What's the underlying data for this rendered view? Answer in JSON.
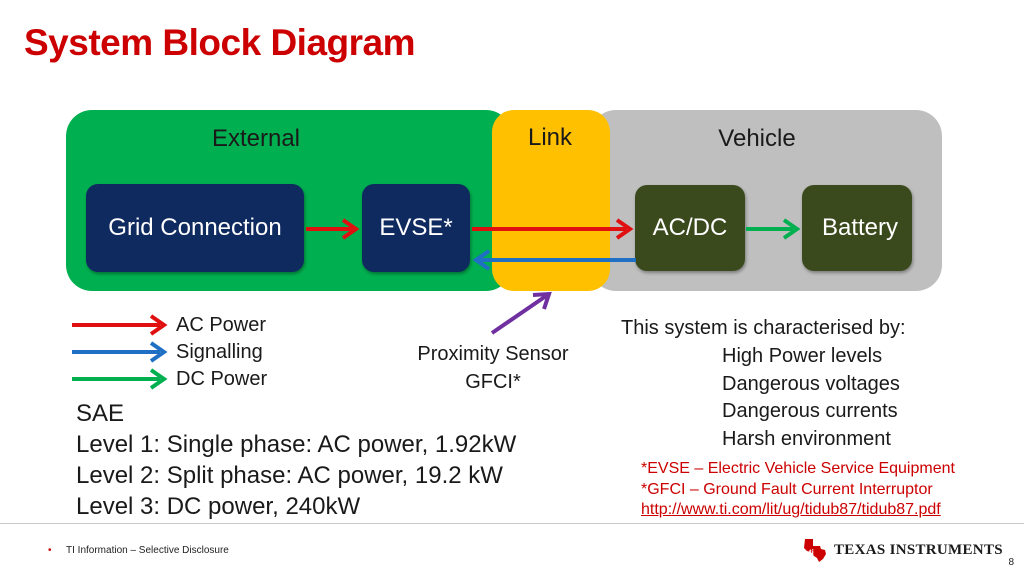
{
  "title": "System Block Diagram",
  "regions": {
    "external": "External",
    "link": "Link",
    "vehicle": "Vehicle"
  },
  "blocks": {
    "grid_connection": "Grid Connection",
    "evse": "EVSE*",
    "acdc": "AC/DC",
    "battery": "Battery"
  },
  "legend": {
    "ac_power": "AC Power",
    "signalling": "Signalling",
    "dc_power": "DC Power"
  },
  "link_annotation": {
    "line1": "Proximity Sensor",
    "line2": "GFCI*"
  },
  "characteristics": {
    "heading": "This system is characterised by:",
    "items": [
      "High Power levels",
      "Dangerous voltages",
      "Dangerous currents",
      "Harsh environment"
    ]
  },
  "sae": {
    "heading": "SAE",
    "levels": [
      "Level 1: Single phase: AC power, 1.92kW",
      "Level 2: Split phase: AC power, 19.2 kW",
      "Level 3: DC power, 240kW"
    ]
  },
  "footnotes": {
    "evse": "*EVSE – Electric Vehicle Service Equipment",
    "gfci": "*GFCI – Ground Fault Current Interruptor",
    "url": "http://www.ti.com/lit/ug/tidub87/tidub87.pdf"
  },
  "footer": {
    "bullet": "•",
    "disclosure": "TI Information – Selective Disclosure",
    "brand": "Texas Instruments",
    "page_number": "8"
  },
  "colors": {
    "title": "#cc0000",
    "external_region": "#00b050",
    "link_region": "#ffc000",
    "vehicle_region": "#bfbfbf",
    "external_blocks": "#0f2a5f",
    "vehicle_blocks": "#3b4a1c",
    "ac_power": "#e01010",
    "signalling": "#1f6fc4",
    "dc_power": "#00b050",
    "proximity_arrow": "#7030a0"
  }
}
